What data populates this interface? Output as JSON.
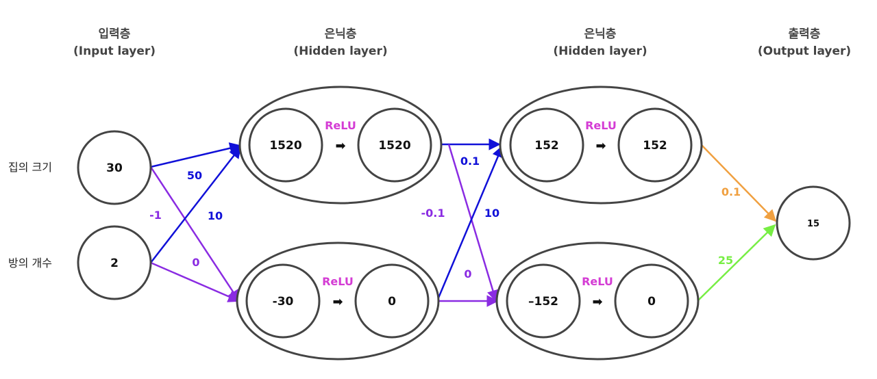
{
  "colors": {
    "blue": "#1010d8",
    "purple": "#8a2be2",
    "magenta": "#d43cd4",
    "orange": "#f0a040",
    "green": "#77ee44",
    "node_stroke": "#444444",
    "header_text": "#444444"
  },
  "headers": {
    "input": {
      "line1": "입력층",
      "line2": "(Input layer)"
    },
    "hidden1": {
      "line1": "은닉층",
      "line2": "(Hidden layer)"
    },
    "hidden2": {
      "line1": "은닉층",
      "line2": "(Hidden layer)"
    },
    "output": {
      "line1": "출력층",
      "line2": "(Output layer)"
    }
  },
  "inputs": {
    "house_size": {
      "label": "집의 크기",
      "value": "30"
    },
    "room_count": {
      "label": "방의 개수",
      "value": "2"
    }
  },
  "hidden1": {
    "top": {
      "pre": "1520",
      "post": "1520",
      "activation": "ReLU"
    },
    "bottom": {
      "pre": "-30",
      "post": "0",
      "activation": "ReLU"
    }
  },
  "hidden2": {
    "top": {
      "pre": "152",
      "post": "152",
      "activation": "ReLU"
    },
    "bottom": {
      "pre": "–152",
      "post": "0",
      "activation": "ReLU"
    }
  },
  "output": {
    "value": "15"
  },
  "transition_glyph": "➡",
  "weights": {
    "in1_h1top": "50",
    "in1_h1bottom": "-1",
    "in2_h1top": "10",
    "in2_h1bottom": "0",
    "h1top_h2top": "0.1",
    "h1top_h2bottom": "-0.1",
    "h1bottom_h2top": "10",
    "h1bottom_h2bottom": "0",
    "h2top_out": "0.1",
    "h2bottom_out": "25"
  }
}
